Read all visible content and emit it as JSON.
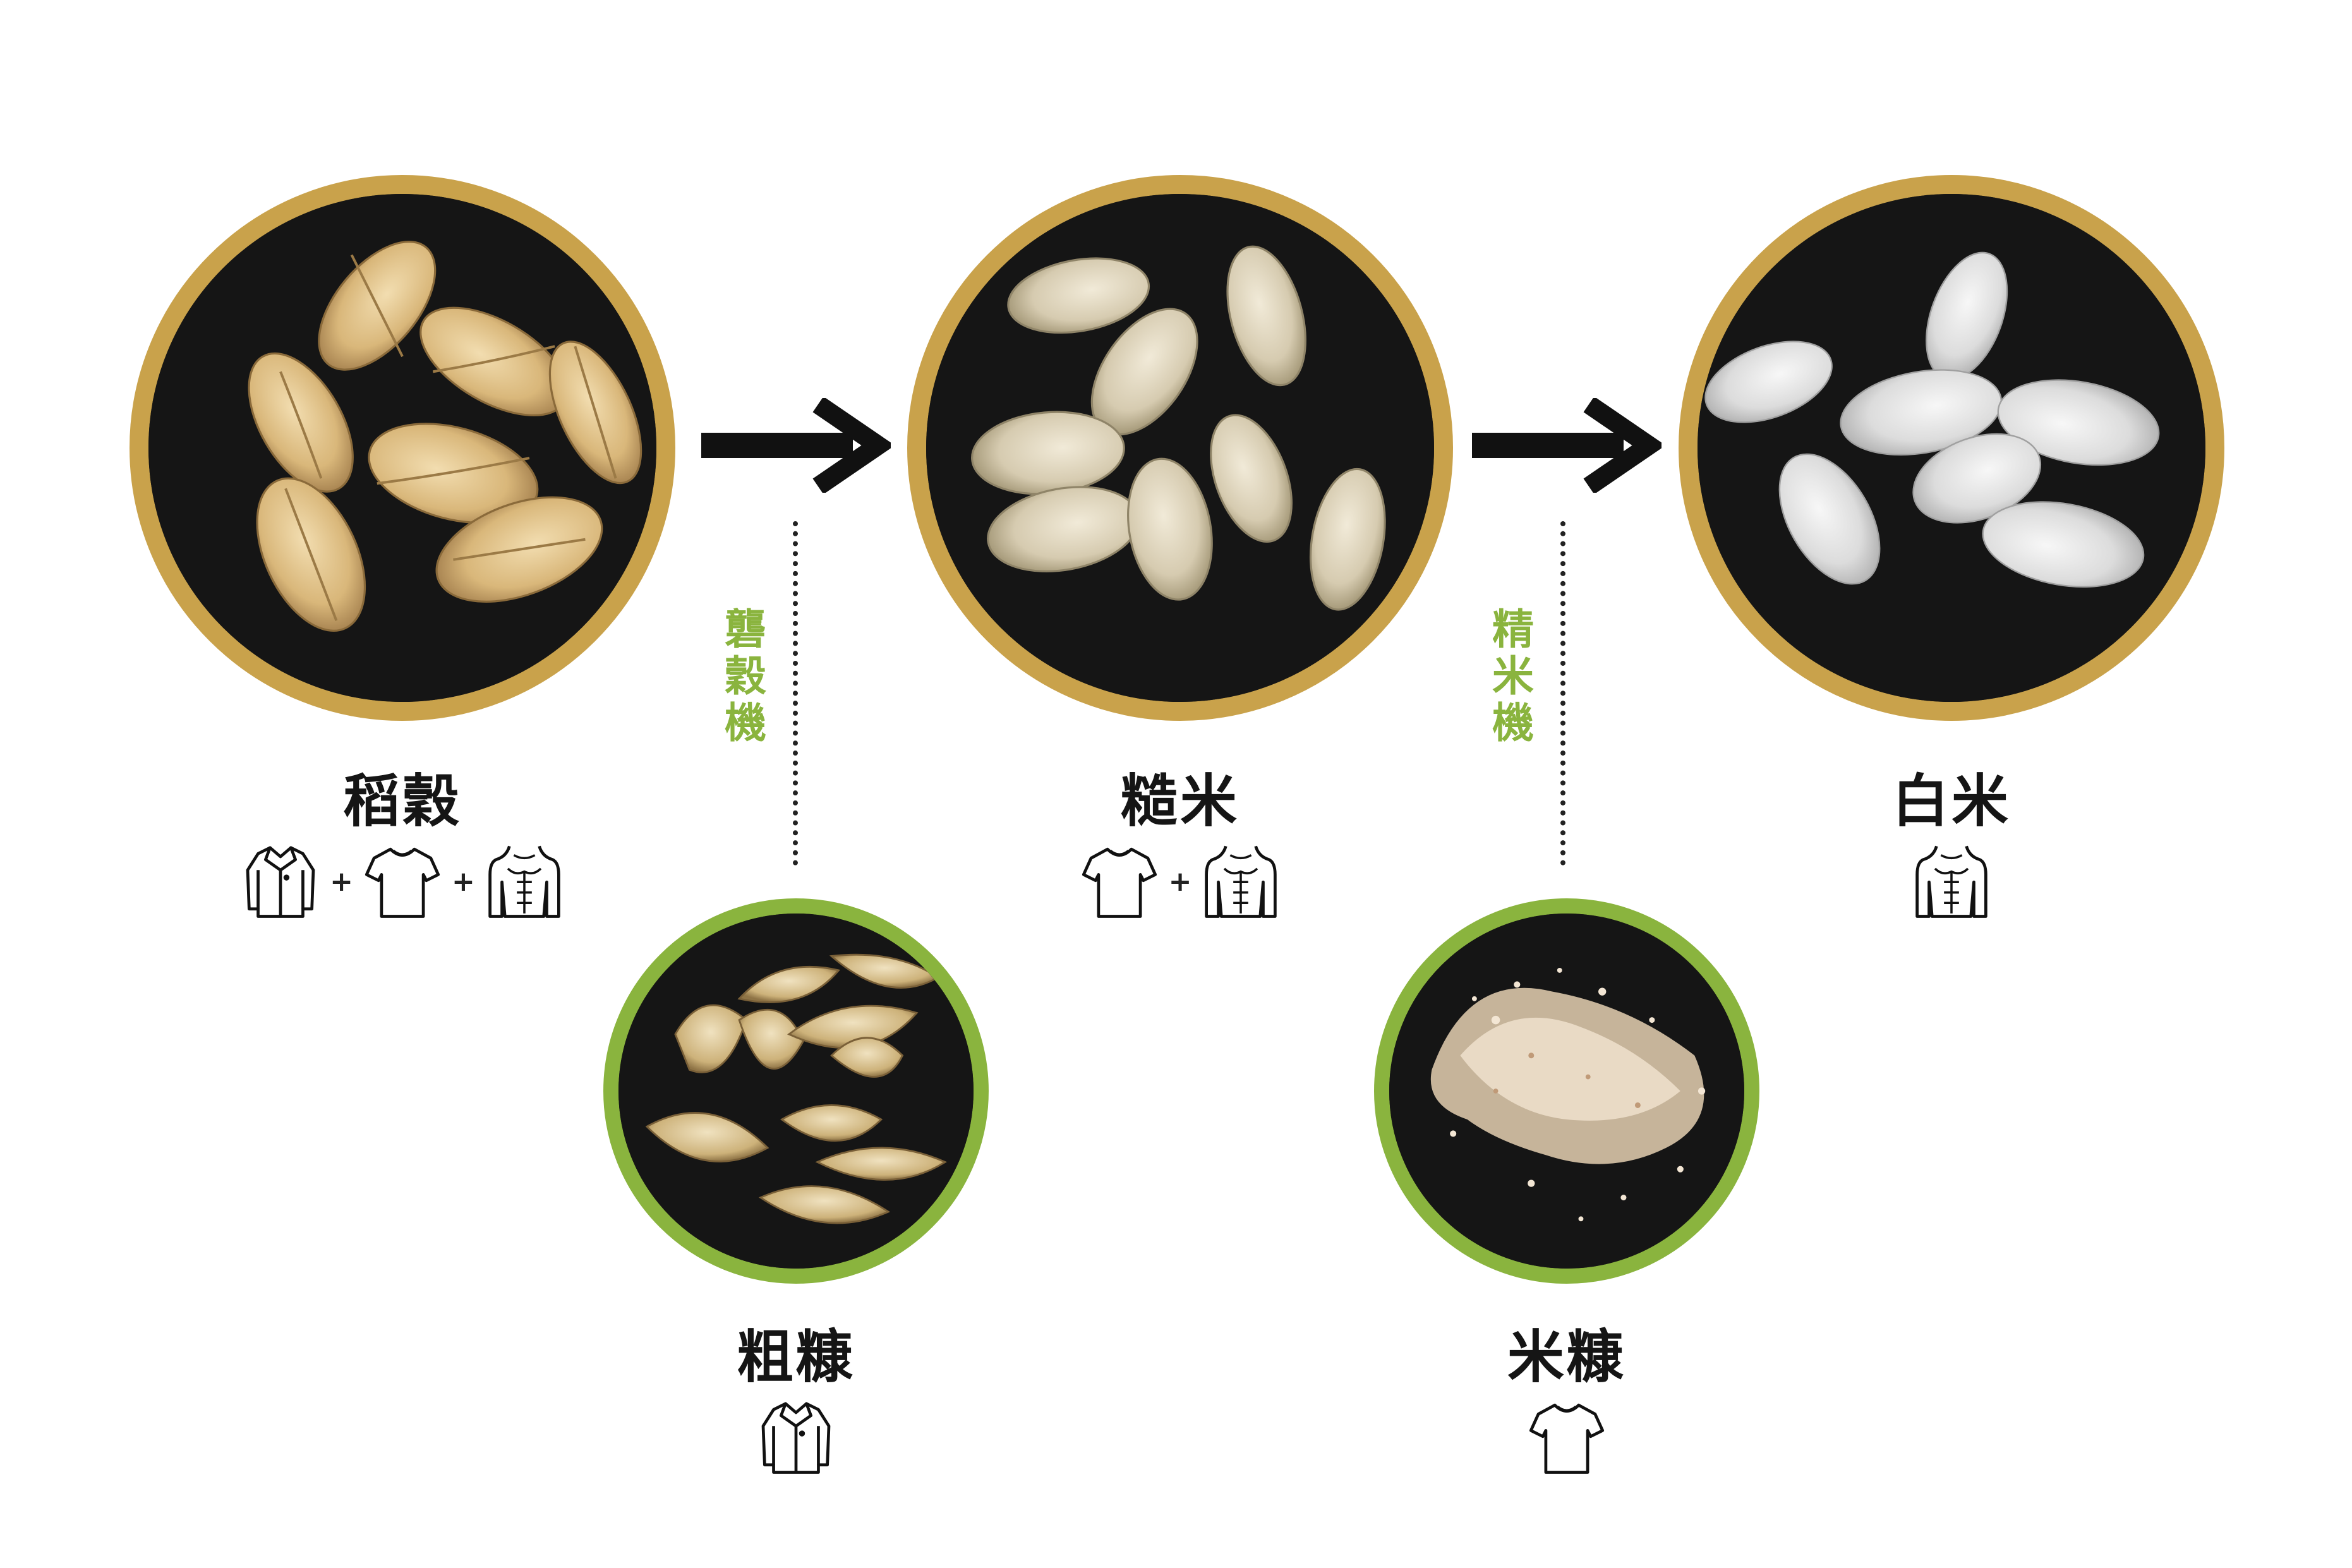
{
  "stages": {
    "paddy": {
      "label": "稻穀"
    },
    "brown_rice": {
      "label": "糙米"
    },
    "white_rice": {
      "label": "白米"
    }
  },
  "byproducts": {
    "husk": {
      "label": "粗糠"
    },
    "bran": {
      "label": "米糠"
    }
  },
  "machines": {
    "huller": {
      "label": "礱\n穀\n機"
    },
    "polisher": {
      "label": "精\n米\n機"
    }
  },
  "icons": {
    "paddy": [
      "jacket-icon",
      "plus",
      "tshirt-icon",
      "plus",
      "torso-icon"
    ],
    "brown_rice": [
      "tshirt-icon",
      "plus",
      "torso-icon"
    ],
    "white_rice": [
      "torso-icon"
    ],
    "husk": [
      "jacket-icon"
    ],
    "bran": [
      "tshirt-icon"
    ],
    "plus_symbol": "+"
  },
  "colors": {
    "main_ring": "#c9a24b",
    "byproduct_ring": "#8ab43e",
    "machine_text": "#8ab43e",
    "arrow": "#111111"
  }
}
